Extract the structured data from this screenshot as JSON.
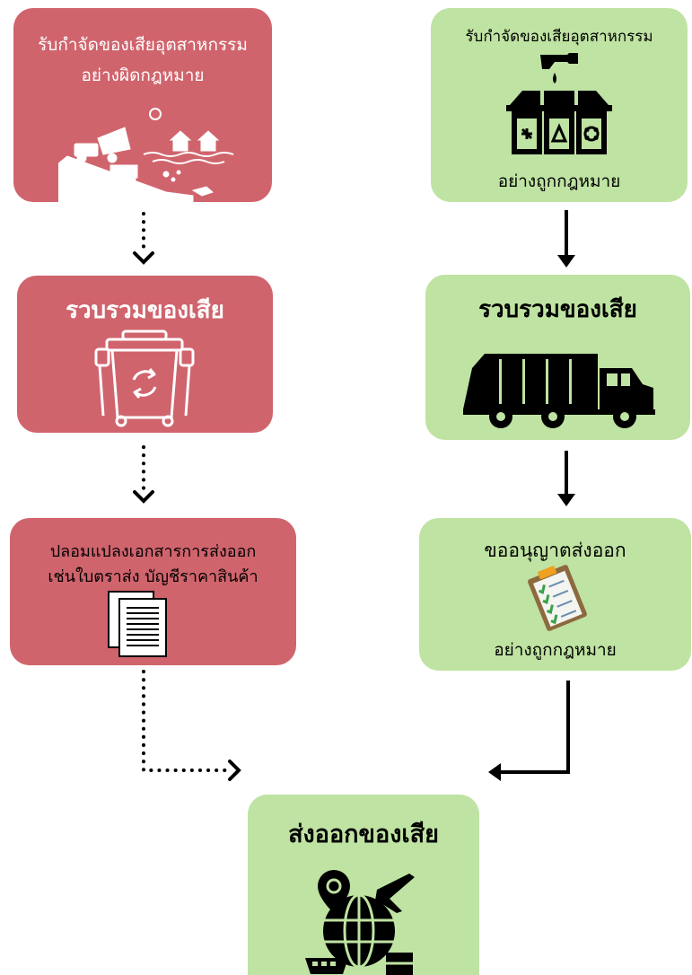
{
  "illegal_path": {
    "step1": {
      "line1": "รับกำจัดของเสียอุตสาหกรรม",
      "line2": "อย่างผิดกฎหมาย",
      "icon": "illegal-dumping-icon"
    },
    "step2": {
      "title": "รวบรวมของเสีย",
      "icon": "recycle-bin-icon"
    },
    "step3": {
      "line1": "ปลอมแปลงเอกสารการส่งออก",
      "line2": "เช่นใบตราส่ง บัญชีราคาสินค้า",
      "icon": "documents-icon"
    }
  },
  "legal_path": {
    "step1": {
      "line1": "รับกำจัดของเสียอุตสาหกรรม",
      "line2": "อย่างถูกกฎหมาย",
      "icon": "sorting-bins-icon"
    },
    "step2": {
      "title": "รวบรวมของเสีย",
      "icon": "garbage-truck-icon"
    },
    "step3": {
      "line1": "ขออนุญาตส่งออก",
      "line2": "อย่างถูกกฎหมาย",
      "icon": "clipboard-checklist-icon"
    }
  },
  "final_step": {
    "title": "ส่งออกของเสีย",
    "icon": "global-logistics-icon"
  },
  "colors": {
    "illegal": "#d0646d",
    "legal": "#bfe3a2",
    "arrow": "#000000"
  }
}
